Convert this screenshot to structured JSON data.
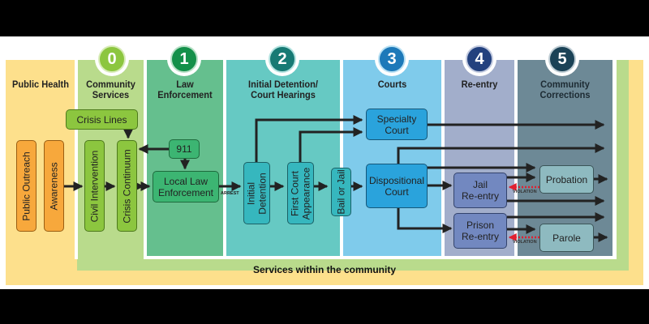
{
  "footer": "Services within the community",
  "columns": [
    {
      "id": "public-health",
      "title": "Public Health",
      "badge": null
    },
    {
      "id": "community-services",
      "title": "Community Services",
      "title_lines": [
        "Community",
        "Services"
      ],
      "badge": "0",
      "badge_color": "#8cc63f"
    },
    {
      "id": "law-enforcement",
      "title_lines": [
        "Law",
        "Enforcement"
      ],
      "badge": "1",
      "badge_color": "#14904a"
    },
    {
      "id": "initial-detention",
      "title_lines": [
        "Initial Detention/",
        "Court Hearings"
      ],
      "badge": "2",
      "badge_color": "#177a74"
    },
    {
      "id": "courts",
      "title_lines": [
        "Courts"
      ],
      "badge": "3",
      "badge_color": "#1d79b9"
    },
    {
      "id": "re-entry",
      "title_lines": [
        "Re-entry"
      ],
      "badge": "4",
      "badge_color": "#23417e"
    },
    {
      "id": "community-corrections",
      "title_lines": [
        "Community",
        "Corrections"
      ],
      "badge": "5",
      "badge_color": "#1b4256"
    }
  ],
  "boxes": {
    "public_outreach": "Public Outreach",
    "awareness": "Awareness",
    "crisis_lines": "Crisis Lines",
    "civil_intervention": "Civil Intervention",
    "crisis_continuum": "Crisis Continuum",
    "n911": "911",
    "local_law_1": "Local Law",
    "local_law_2": "Enforcement",
    "initial_detention_1": "Initial",
    "initial_detention_2": "Detention",
    "first_court_1": "First Court",
    "first_court_2": "Appearance",
    "bail_or_jail": "Bail or Jail",
    "specialty_1": "Specialty",
    "specialty_2": "Court",
    "dispositional_1": "Dispositional",
    "dispositional_2": "Court",
    "jail_1": "Jail",
    "jail_2": "Re-entry",
    "prison_1": "Prison",
    "prison_2": "Re-entry",
    "probation": "Probation",
    "parole": "Parole"
  },
  "labels": {
    "arrest": "ARREST",
    "violation": "VIOLATION"
  }
}
